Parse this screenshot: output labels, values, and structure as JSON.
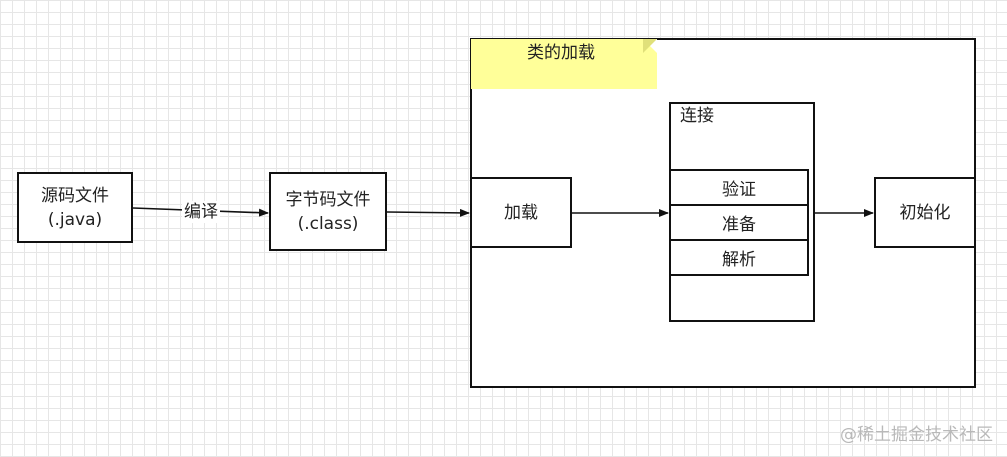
{
  "nodes": {
    "source_file": {
      "line1": "源码文件",
      "line2": "(.java)"
    },
    "bytecode_file": {
      "line1": "字节码文件",
      "line2": "(.class)"
    },
    "loading": {
      "label": "加载"
    },
    "linking": {
      "title": "连接",
      "steps": [
        "验证",
        "准备",
        "解析"
      ]
    },
    "initialization": {
      "label": "初始化"
    }
  },
  "group": {
    "title": "类的加载"
  },
  "edges": {
    "compile_label": "编译"
  },
  "watermark": "@稀土掘金技术社区"
}
